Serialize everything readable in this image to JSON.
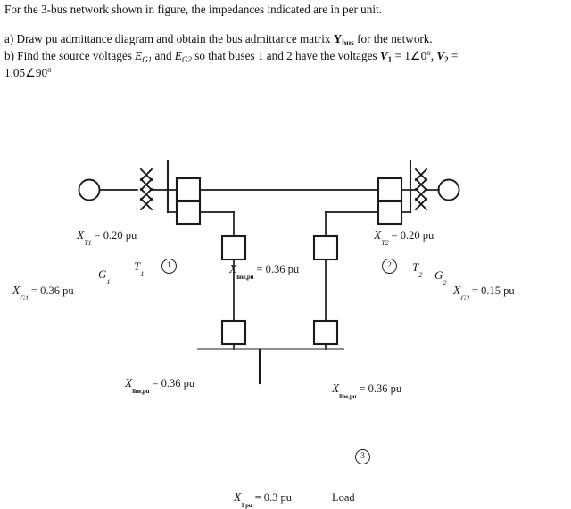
{
  "question": {
    "lines": [
      "For the 3-bus network shown in figure, the impedances indicated are in per unit.",
      "a) Draw pu admittance diagram and obtain the bus admittance matrix Ybus for the network.",
      "b) Find the source voltages EG1 and EG2 so that buses 1 and 2 have the voltages V1 = 1∠0°, V2 =",
      "1.05∠90°"
    ],
    "line0": {
      "t1": "For the 3-bus network shown in figure, the impedances indicated are in per unit."
    },
    "line1": {
      "t1": "a) Draw pu admittance diagram and obtain the bus admittance matrix ",
      "Y": "Y",
      "Ysub": "bus",
      "t2": " for the network."
    },
    "line2": {
      "t1": "b) Find the source voltages ",
      "E1": "E",
      "E1sub": "G1",
      "t2": " and ",
      "E2": "E",
      "E2sub": "G2",
      "t3": " so that buses 1 and 2 have the voltages ",
      "V1": "V",
      "V1sub": "1",
      "t4": " = 1∠0",
      "deg1": "o",
      "t5": ", ",
      "V2": "V",
      "V2sub": "2",
      "t6": " ="
    },
    "line3": {
      "t1": "1.05∠90",
      "deg": "o"
    }
  },
  "diagram": {
    "title": "three-bus one-line impedance diagram",
    "labels": {
      "xt1": {
        "sym": "X",
        "sub": "T1",
        "text": " = 0.20 pu"
      },
      "xt2": {
        "sym": "X",
        "sub": "T2",
        "text": " = 0.20 pu"
      },
      "xg1": {
        "sym": "X",
        "sub": "G1",
        "text": " = 0.36 pu"
      },
      "xg2": {
        "sym": "X",
        "sub": "G2",
        "text": " = 0.15 pu"
      },
      "xline_top": {
        "sym": "X",
        "sub": "line,pu",
        "text": " = 0.36 pu"
      },
      "xline_left": {
        "sym": "X",
        "sub": "line,pu",
        "text": " = 0.36 pu"
      },
      "xline_right": {
        "sym": "X",
        "sub": "line,pu",
        "text": " = 0.36 pu"
      },
      "xload": {
        "sym": "X",
        "sub": "1 pu",
        "text": "  = 0.3 pu"
      },
      "load": "Load",
      "g1": {
        "sym": "G",
        "sub": "1"
      },
      "g2": {
        "sym": "G",
        "sub": "2"
      },
      "t1": {
        "sym": "T",
        "sub": "1"
      },
      "t2": {
        "sym": "T",
        "sub": "2"
      }
    },
    "buses": [
      {
        "id": "1",
        "number": "1"
      },
      {
        "id": "2",
        "number": "2"
      },
      {
        "id": "3",
        "number": "3"
      }
    ],
    "colors": {
      "line": "#1a1a1a",
      "bus": "#222222",
      "text": "#111111",
      "background": "#ffffff"
    },
    "values": {
      "xt1": "0.20",
      "xt2": "0.20",
      "xg1": "0.36",
      "xg2": "0.15",
      "xline_1_2": "0.36",
      "xline_1_3": "0.36",
      "xline_2_3": "0.36",
      "xload_3": "0.3"
    }
  }
}
